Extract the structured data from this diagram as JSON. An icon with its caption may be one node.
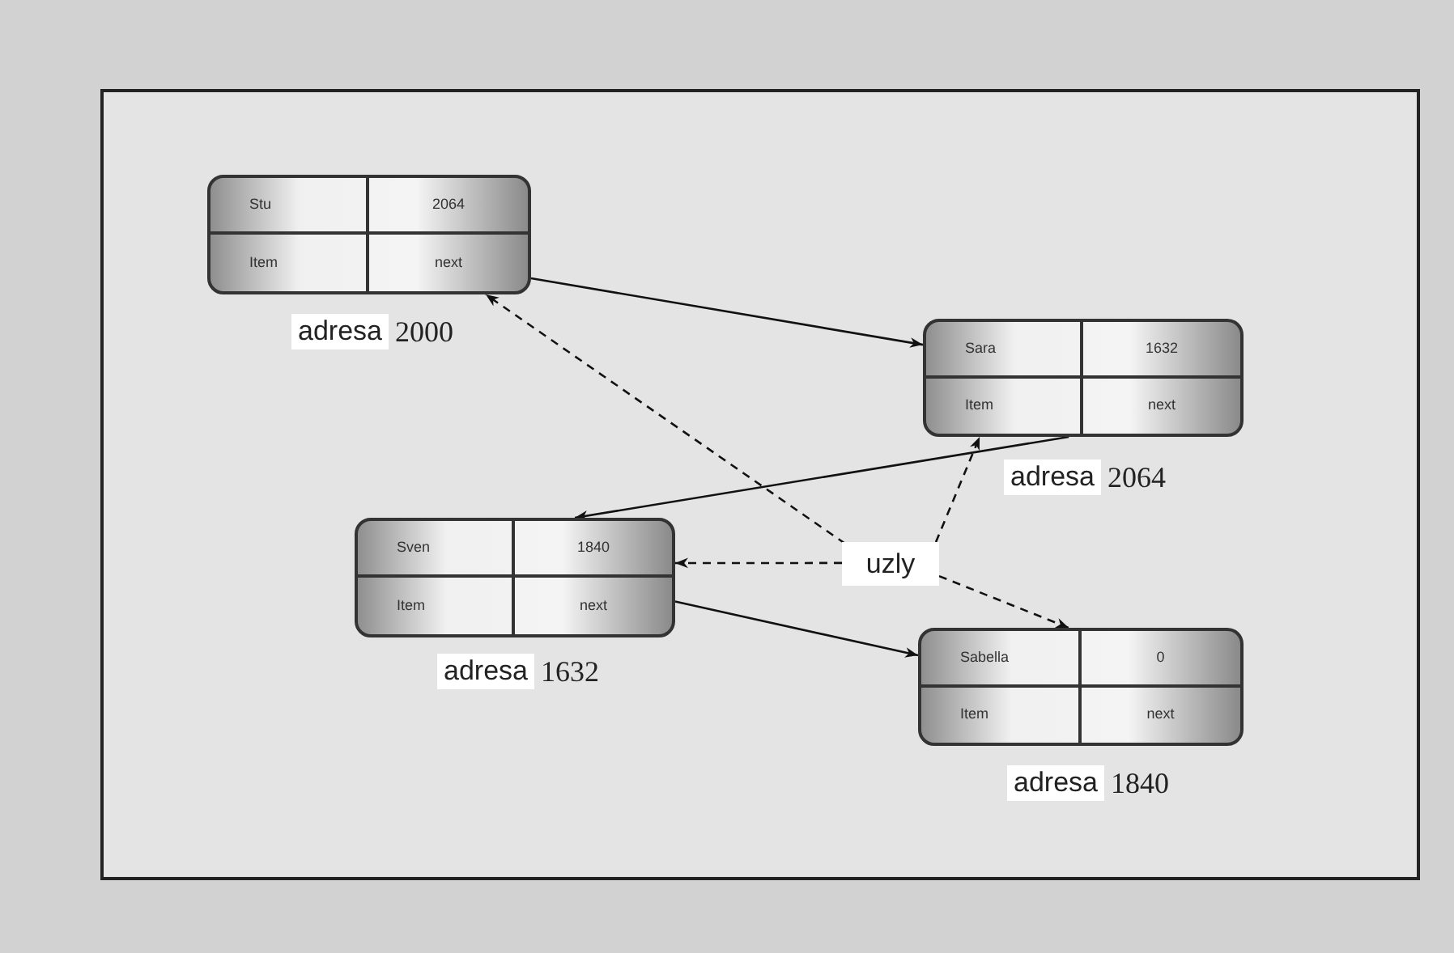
{
  "diagram": {
    "nodes": [
      {
        "text": [
          "Stu",
          "2064",
          "Item",
          "next"
        ],
        "beside": [
          "adresa",
          "2000"
        ]
      },
      {
        "text": [
          "Sara",
          "1632",
          "Item",
          "next"
        ],
        "beside": [
          "adresa",
          "2064"
        ]
      },
      {
        "text": [
          "Sven",
          "1840",
          "Item",
          "next"
        ],
        "beside": [
          "adresa",
          "1632"
        ]
      },
      {
        "text": [
          "Sabella",
          "0",
          "Item",
          "next"
        ],
        "beside": [
          "adresa",
          "1840"
        ]
      },
      {
        "text": [
          "uzly"
        ]
      }
    ],
    "edges": [
      {
        "from": 0,
        "to": 1,
        "arrow": "to"
      },
      {
        "from": 1,
        "to": 2,
        "arrow": "to"
      },
      {
        "from": 2,
        "to": 3,
        "arrow": "to"
      },
      {
        "from": 4,
        "to": 0,
        "arrow": "to",
        "style": "dashed"
      },
      {
        "from": 4,
        "to": 1,
        "arrow": "to",
        "style": "dashed"
      },
      {
        "from": 4,
        "to": 2,
        "arrow": "to",
        "style": "dashed"
      },
      {
        "from": 4,
        "to": 3,
        "arrow": "to",
        "style": "dashed"
      }
    ]
  }
}
